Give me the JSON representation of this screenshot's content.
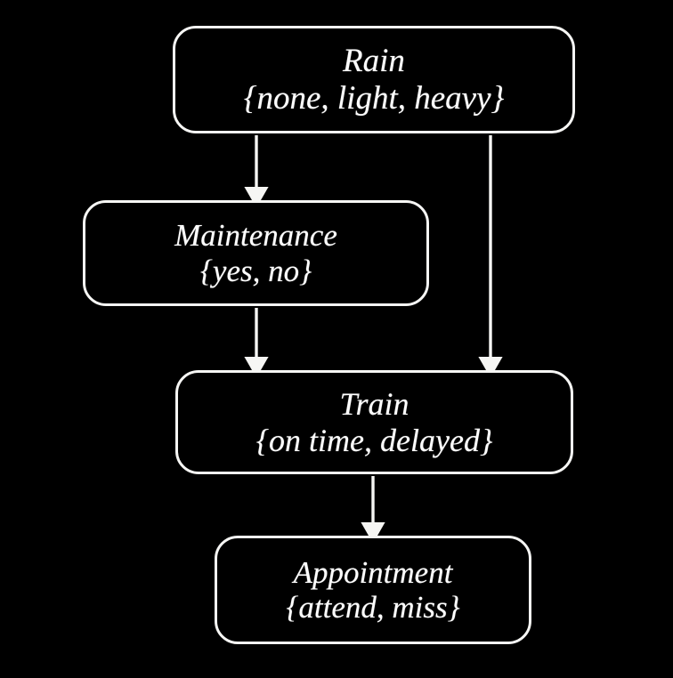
{
  "diagram": {
    "type": "bayesian-network",
    "background_color": "#000000",
    "node_border_color": "#f6f6f4",
    "node_fill_color": "#000000",
    "text_color": "#ffffff",
    "edge_color": "#f6f6f4",
    "nodes": [
      {
        "id": "rain",
        "name": "Rain",
        "states_text": "{none, light, heavy}",
        "states": [
          "none",
          "light",
          "heavy"
        ]
      },
      {
        "id": "maintenance",
        "name": "Maintenance",
        "states_text": "{yes, no}",
        "states": [
          "yes",
          "no"
        ]
      },
      {
        "id": "train",
        "name": "Train",
        "states_text": "{on time, delayed}",
        "states": [
          "on time",
          "delayed"
        ]
      },
      {
        "id": "appointment",
        "name": "Appointment",
        "states_text": "{attend, miss}",
        "states": [
          "attend",
          "miss"
        ]
      }
    ],
    "edges": [
      {
        "id": "rain-to-maintenance",
        "from": "Rain",
        "to": "Maintenance"
      },
      {
        "id": "rain-to-train",
        "from": "Rain",
        "to": "Train"
      },
      {
        "id": "maintenance-to-train",
        "from": "Maintenance",
        "to": "Train"
      },
      {
        "id": "train-to-appointment",
        "from": "Train",
        "to": "Appointment"
      }
    ]
  }
}
